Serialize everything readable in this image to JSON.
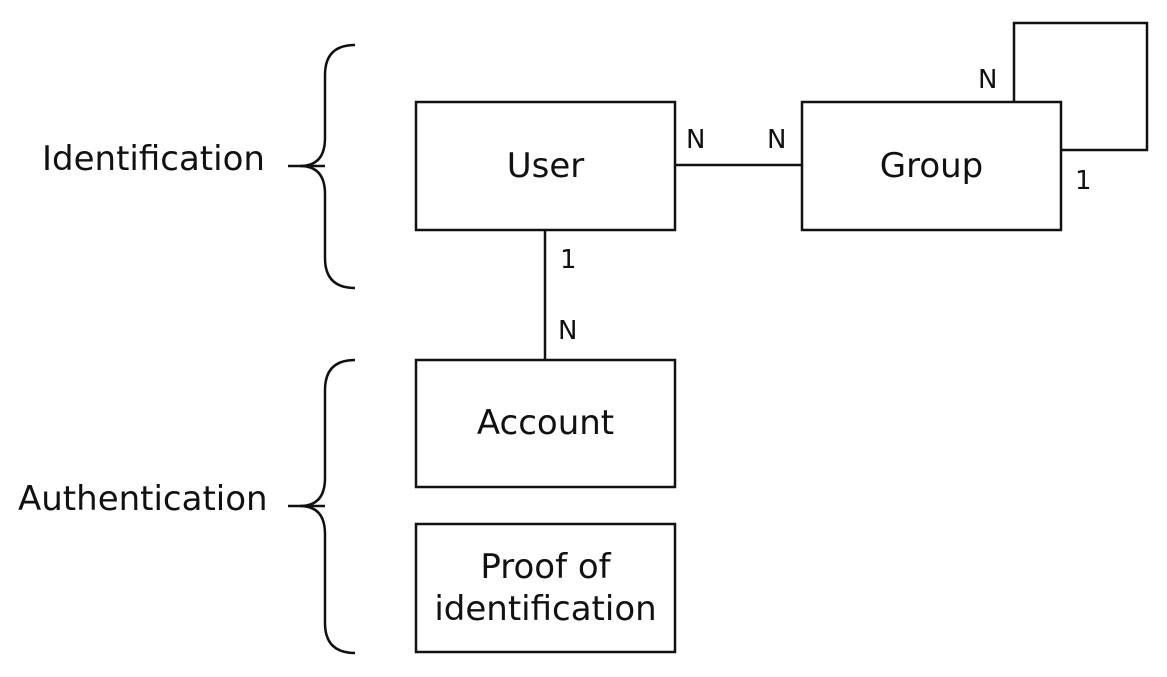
{
  "groups": {
    "identification": "Identification",
    "authentication": "Authentication"
  },
  "entities": {
    "user": "User",
    "group": "Group",
    "account": "Account",
    "proof": "Proof of identification"
  },
  "cardinalities": {
    "user_group_user_side": "N",
    "user_group_group_side": "N",
    "group_self_top": "N",
    "group_self_bottom": "1",
    "user_account_user_side": "1",
    "user_account_account_side": "N"
  }
}
